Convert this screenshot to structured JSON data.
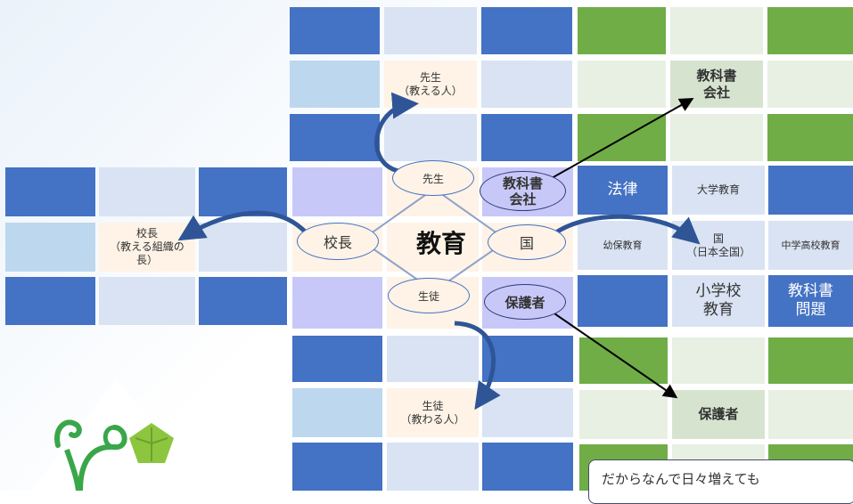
{
  "center": "教育",
  "top": {
    "teacher": "先生\n（教える人）"
  },
  "left": {
    "principal": "校長\n（教える組織の\n長）"
  },
  "bottom": {
    "student": "生徒\n（教わる人）"
  },
  "ellipses": {
    "teacher": "先生",
    "principal": "校長",
    "country": "国",
    "student": "生徒",
    "textbook_company": "教科書\n会社",
    "guardian": "保護者"
  },
  "right": {
    "textbook_company": "教科書\n会社",
    "law": "法律",
    "university": "大学教育",
    "kindergarten": "幼保教育",
    "country": "国\n（日本全国）",
    "junior_high": "中学高校教育",
    "elementary": "小学校\n教育",
    "textbook_issues": "教科書\n問題",
    "guardian": "保護者"
  },
  "note": "だからなんで日々増えても",
  "colors": {
    "dark_blue": "#4472c4",
    "light_blue": "#dae3f3",
    "mid_blue": "#bdd7ee",
    "cream": "#fef3e6",
    "lavender": "#c8c8f8",
    "green": "#70ad47",
    "light_green": "#e8f0e4",
    "sage": "#d6e4cf",
    "leaf": "#8cc63f",
    "vine": "#3aa64a"
  }
}
